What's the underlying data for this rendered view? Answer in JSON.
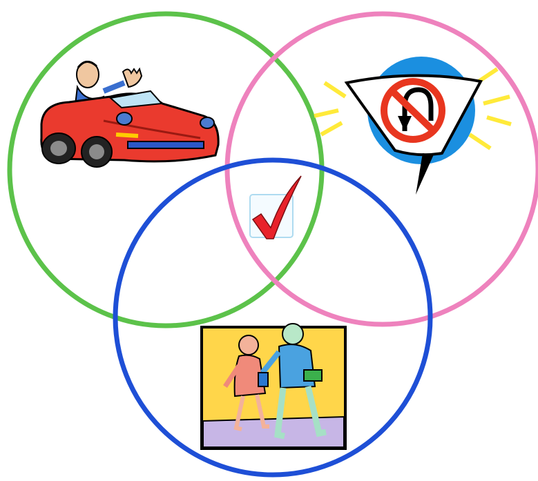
{
  "diagram": {
    "type": "venn",
    "sets": [
      {
        "id": "car",
        "icon": "car-driver-icon",
        "ring_color": "#5cc24a"
      },
      {
        "id": "no-u-turn",
        "icon": "no-u-turn-sign-icon",
        "ring_color": "#ee82bd"
      },
      {
        "id": "pedestrians",
        "icon": "pedestrians-icon",
        "ring_color": "#1e4fd6"
      }
    ],
    "center": {
      "icon": "check-mark-icon",
      "mark_color": "#e8222a"
    }
  }
}
